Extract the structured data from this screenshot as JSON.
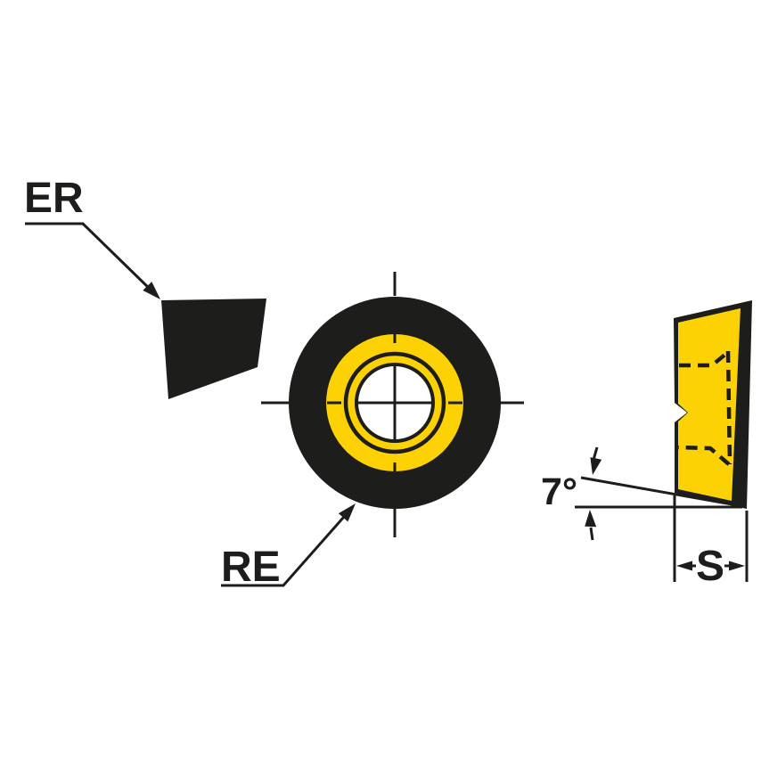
{
  "diagram": {
    "labels": {
      "er": "ER",
      "re": "RE",
      "angle": "7°",
      "thickness": "S"
    },
    "colors": {
      "insert_yellow": "#FCD205",
      "line_black": "#1D1D1B",
      "background": "#FFFFFF"
    }
  }
}
